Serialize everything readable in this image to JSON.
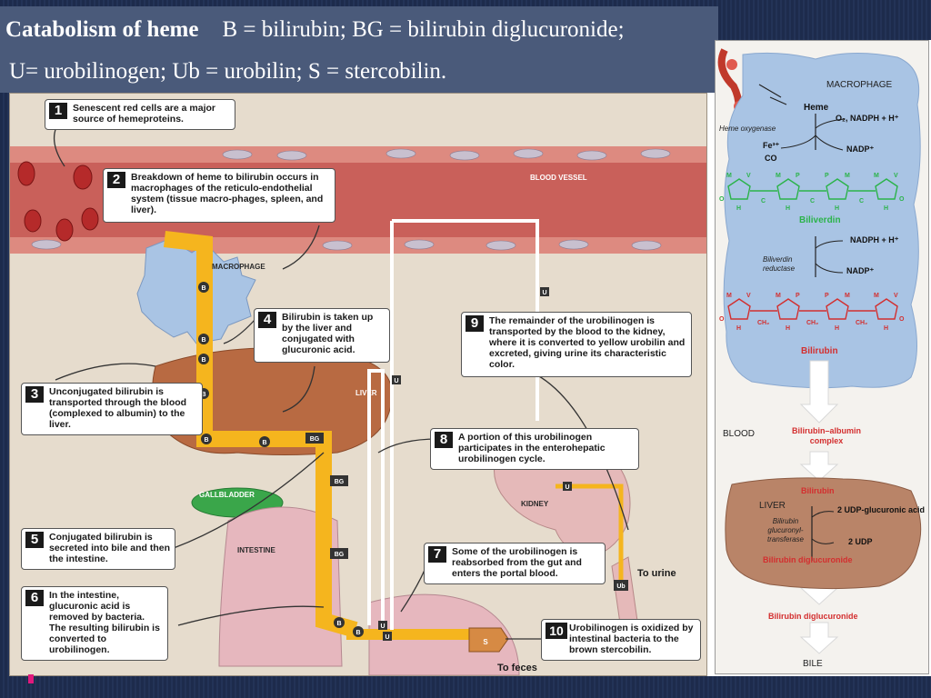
{
  "title": {
    "heading": "Catabolism of heme",
    "line1_rest": "B = bilirubin;  BG = bilirubin diglucuronide;",
    "line2": "U= urobilinogen;  Ub = urobilin;  S = stercobilin."
  },
  "main_figure": {
    "labels": {
      "blood_vessel": "BLOOD VESSEL",
      "macrophage": "MACROPHAGE",
      "liver": "LIVER",
      "gallbladder": "GALLBLADDER",
      "intestine": "INTESTINE",
      "kidney": "KIDNEY",
      "to_urine": "To urine",
      "to_feces": "To feces"
    },
    "markers": {
      "b": "B",
      "bg": "BG",
      "u": "U",
      "ub": "Ub",
      "s": "S"
    },
    "steps": [
      {
        "num": "1",
        "text": "Senescent red cells are a major source of hemeproteins."
      },
      {
        "num": "2",
        "text": "Breakdown of heme to bilirubin occurs in macrophages of the reticulo-endothelial system (tissue macro-phages, spleen, and liver)."
      },
      {
        "num": "3",
        "text": "Unconjugated bilirubin is transported through the blood (complexed to albumin) to the liver."
      },
      {
        "num": "4",
        "text": "Bilirubin is taken up by the liver and conjugated with glucuronic acid."
      },
      {
        "num": "5",
        "text": "Conjugated bilirubin is secreted into bile and then the intestine."
      },
      {
        "num": "6",
        "text": "In the intestine, glucuronic acid is removed by bacteria. The resulting bilirubin is converted to urobilinogen."
      },
      {
        "num": "7",
        "text": "Some of the urobilinogen is reabsorbed from the gut and enters the portal blood."
      },
      {
        "num": "8",
        "text": "A portion of this urobilinogen participates in the enterohepatic urobilinogen cycle."
      },
      {
        "num": "9",
        "text": "The remainder of the urobilinogen is transported by the blood to the kidney, where it is converted to yellow urobilin and excreted, giving urine its characteristic color."
      },
      {
        "num": "10",
        "text": "Urobilinogen is oxidized by intestinal bacteria to the brown stercobilin."
      }
    ]
  },
  "side_figure": {
    "macrophage": "MACROPHAGE",
    "heme": "Heme",
    "o2_nadph": "O₂, NADPH + H⁺",
    "heme_oxygenase": "Heme oxygenase",
    "fe3": "Fe³⁺",
    "co": "CO",
    "nadp1": "NADP⁺",
    "biliverdin": "Biliverdin",
    "nadph2": "NADPH + H⁺",
    "biliverdin_reductase": "Biliverdin reductase",
    "nadp2": "NADP⁺",
    "bilirubin": "Bilirubin",
    "blood": "BLOOD",
    "complex": "Bilirubin–albumin complex",
    "liver_bilirubin": "Bilirubin",
    "liver": "LIVER",
    "udp_gluc": "2 UDP-glucuronic acid",
    "transferase": "Bilirubin glucuronyl-transferase",
    "udp": "2 UDP",
    "bdg1": "Bilirubin diglucuronide",
    "bdg2": "Bilirubin diglucuronide",
    "bile": "BILE",
    "ring_subs": [
      "M",
      "V",
      "M",
      "P",
      "P",
      "M",
      "M",
      "V"
    ],
    "ring_o": "O",
    "ring_h": "H",
    "ring_ch": "C",
    "ring_ch2": "CH₂"
  },
  "colors": {
    "title_bg": "#4a5a7a",
    "biliverdin": "#2bb34a",
    "bilirubin": "#d32f2f",
    "bile_duct": "#f5b51e",
    "macrophage": "#a9c4e4"
  }
}
